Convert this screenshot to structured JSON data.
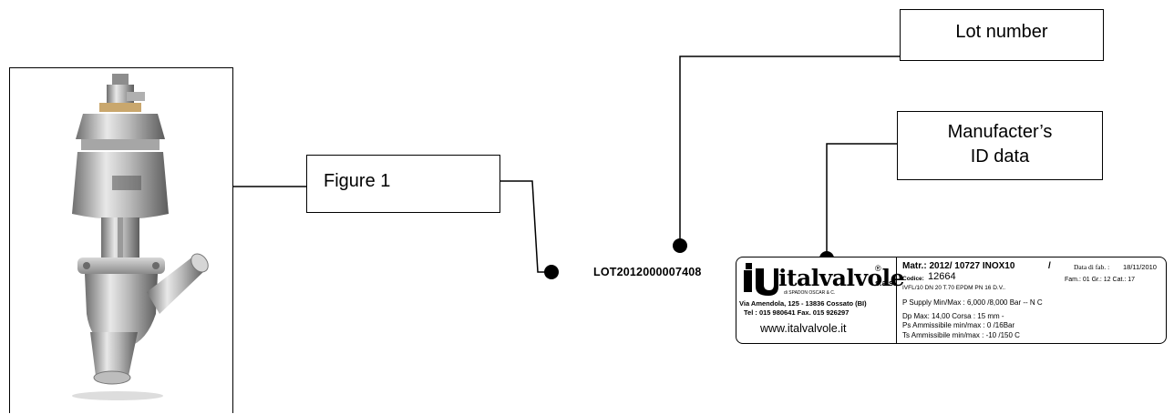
{
  "callouts": {
    "figure": "Figure 1",
    "lot": "Lot number",
    "manufacturer_line1": "Manufacter’s",
    "manufacturer_line2": "ID data"
  },
  "lot_code": "LOT2012000007408",
  "plate": {
    "brand": "italvalvole",
    "registered": "®",
    "suffix": "s.a.s.",
    "subbrand": "di SPADON OSCAR & C.",
    "address": "Via Amendola, 125 - 13836 Cossato (BI)",
    "phone": "Tel :  015 980641 Fax.  015 926297",
    "website": "www.italvalvole.it",
    "matr": "Matr.:  2012/  10727 INOX10",
    "slash": "/",
    "data_fab_label": "Data di fab. :",
    "data_fab_value": "18/11/2010",
    "codice_label": "Codice:",
    "codice_value": "12664",
    "fam": "Fam.: 01  Gr.: 12  Cat.: 17",
    "spec": "IVFL/10 DN 20 T.70 EPDM PN 16 D.V..",
    "p_supply": "P Supply Min/Max : 6,000 /8,000 Bar  -- N C",
    "dp": "Dp Max: 14,00   Corsa : 15 mm -",
    "ps": "Ps Ammissibile min/max : 0 /16Bar",
    "ts": "Ts Ammissibile min/max : -10 /150 C"
  }
}
